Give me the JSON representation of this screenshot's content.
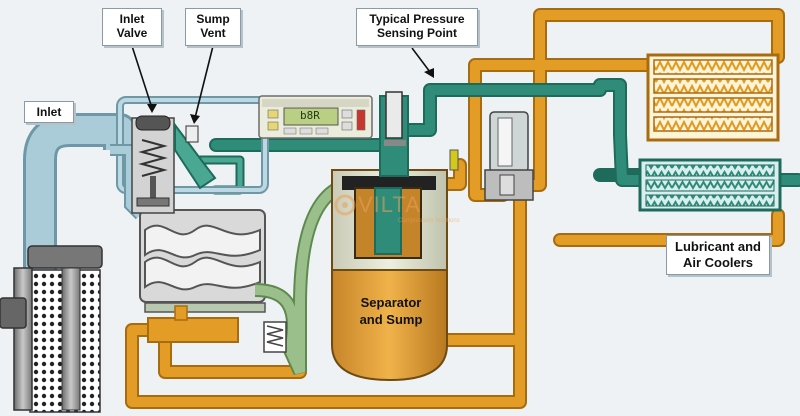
{
  "labels": {
    "inlet_valve": "Inlet\nValve",
    "sump_vent": "Sump\nVent",
    "pressure_point": "Typical Pressure\nSensing Point",
    "inlet": "Inlet",
    "separator": "Separator\nand Sump",
    "coolers": "Lubricant and\nAir Coolers"
  },
  "controller": {
    "display": "b8R"
  },
  "watermark": {
    "brand": "VILTA",
    "tagline": "Compression Solutions"
  },
  "colors": {
    "air_line": "#2f8c78",
    "air_line_dark": "#1f6b5b",
    "oil_line": "#e09a22",
    "oil_line_dark": "#a86c10",
    "inlet_pipe": "#a9ccd8",
    "compressor_green": "#9bbf8a",
    "background": "#eef2f5"
  }
}
